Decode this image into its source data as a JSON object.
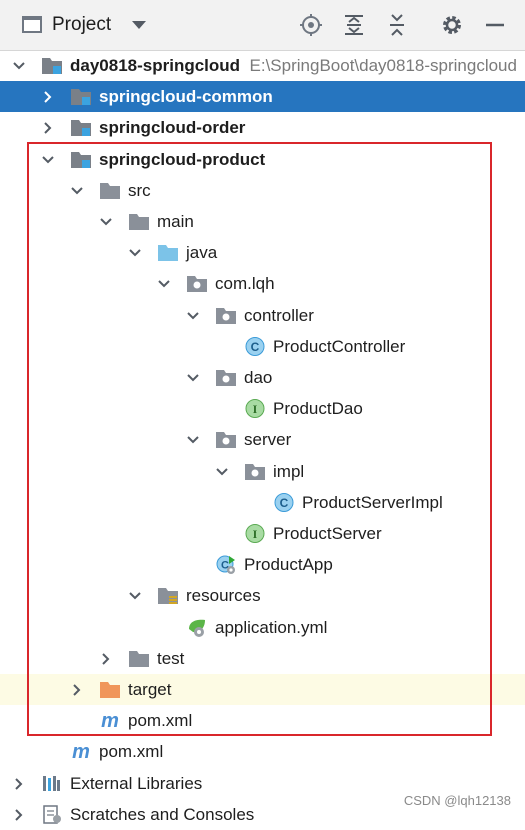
{
  "toolbar": {
    "title": "Project",
    "buttons": [
      {
        "name": "locate-icon"
      },
      {
        "name": "expand-all-icon"
      },
      {
        "name": "collapse-all-icon"
      },
      {
        "name": "gear-icon"
      },
      {
        "name": "minimize-icon"
      }
    ]
  },
  "tree": {
    "rows": [
      {
        "label": "day0818-springcloud",
        "path": "E:\\SpringBoot\\day0818-springcloud",
        "icon": "module-folder-icon",
        "chevron": "down",
        "bold": true,
        "state": "normal"
      },
      {
        "label": "springcloud-common",
        "path": "",
        "icon": "module-folder-icon",
        "chevron": "right",
        "bold": true,
        "state": "selected"
      },
      {
        "label": "springcloud-order",
        "path": "",
        "icon": "module-folder-icon",
        "chevron": "right",
        "bold": true,
        "state": "normal"
      },
      {
        "label": "springcloud-product",
        "path": "",
        "icon": "module-folder-icon",
        "chevron": "down",
        "bold": true,
        "state": "normal"
      },
      {
        "label": "src",
        "path": "",
        "icon": "folder-icon",
        "chevron": "down",
        "bold": false,
        "state": "normal"
      },
      {
        "label": "main",
        "path": "",
        "icon": "folder-icon",
        "chevron": "down",
        "bold": false,
        "state": "normal"
      },
      {
        "label": "java",
        "path": "",
        "icon": "source-folder-icon",
        "chevron": "down",
        "bold": false,
        "state": "normal"
      },
      {
        "label": "com.lqh",
        "path": "",
        "icon": "package-icon",
        "chevron": "down",
        "bold": false,
        "state": "normal"
      },
      {
        "label": "controller",
        "path": "",
        "icon": "package-icon",
        "chevron": "down",
        "bold": false,
        "state": "normal"
      },
      {
        "label": "ProductController",
        "path": "",
        "icon": "class-icon",
        "chevron": "none",
        "bold": false,
        "state": "normal"
      },
      {
        "label": "dao",
        "path": "",
        "icon": "package-icon",
        "chevron": "down",
        "bold": false,
        "state": "normal"
      },
      {
        "label": "ProductDao",
        "path": "",
        "icon": "interface-icon",
        "chevron": "none",
        "bold": false,
        "state": "normal"
      },
      {
        "label": "server",
        "path": "",
        "icon": "package-icon",
        "chevron": "down",
        "bold": false,
        "state": "normal"
      },
      {
        "label": "impl",
        "path": "",
        "icon": "package-icon",
        "chevron": "down",
        "bold": false,
        "state": "normal"
      },
      {
        "label": "ProductServerImpl",
        "path": "",
        "icon": "class-icon",
        "chevron": "none",
        "bold": false,
        "state": "normal"
      },
      {
        "label": "ProductServer",
        "path": "",
        "icon": "interface-icon",
        "chevron": "none",
        "bold": false,
        "state": "normal"
      },
      {
        "label": "ProductApp",
        "path": "",
        "icon": "spring-boot-class-icon",
        "chevron": "none",
        "bold": false,
        "state": "normal"
      },
      {
        "label": "resources",
        "path": "",
        "icon": "resources-folder-icon",
        "chevron": "down",
        "bold": false,
        "state": "normal"
      },
      {
        "label": "application.yml",
        "path": "",
        "icon": "spring-config-icon",
        "chevron": "none",
        "bold": false,
        "state": "normal"
      },
      {
        "label": "test",
        "path": "",
        "icon": "folder-icon",
        "chevron": "right",
        "bold": false,
        "state": "normal"
      },
      {
        "label": "target",
        "path": "",
        "icon": "excluded-folder-icon",
        "chevron": "right",
        "bold": false,
        "state": "highlight"
      },
      {
        "label": "pom.xml",
        "path": "",
        "icon": "maven-icon",
        "chevron": "none",
        "bold": false,
        "state": "normal"
      },
      {
        "label": "pom.xml",
        "path": "",
        "icon": "maven-icon",
        "chevron": "none",
        "bold": false,
        "state": "normal"
      },
      {
        "label": "External Libraries",
        "path": "",
        "icon": "libraries-icon",
        "chevron": "right",
        "bold": false,
        "state": "normal"
      },
      {
        "label": "Scratches and Consoles",
        "path": "",
        "icon": "scratches-icon",
        "chevron": "right",
        "bold": false,
        "state": "normal"
      }
    ]
  },
  "watermark": "CSDN @lqh12138",
  "colors": {
    "selected_bg": "#2675bf",
    "highlight_bg": "#fdfbe4",
    "frame": "#d9262b"
  }
}
